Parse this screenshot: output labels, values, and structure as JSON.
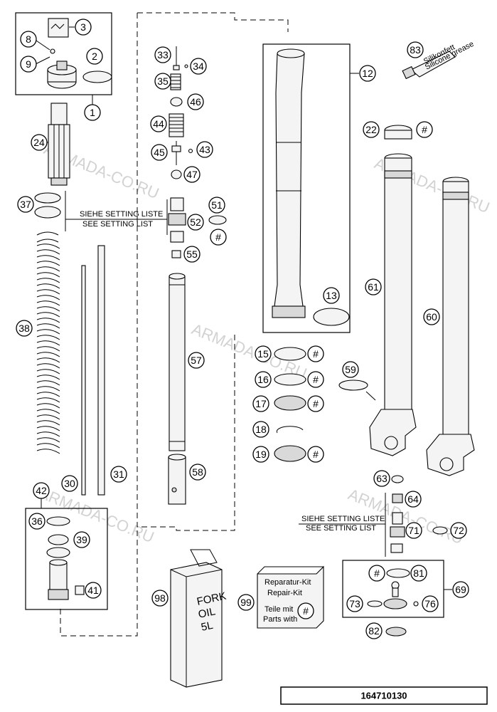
{
  "callouts": {
    "c1": "1",
    "c2": "2",
    "c3": "3",
    "c8": "8",
    "c9": "9",
    "c12": "12",
    "c13": "13",
    "c15": "15",
    "c16": "16",
    "c17": "17",
    "c18": "18",
    "c19": "19",
    "c22": "22",
    "c24": "24",
    "c30": "30",
    "c31": "31",
    "c33": "33",
    "c34": "34",
    "c35": "35",
    "c36": "36",
    "c37": "37",
    "c38": "38",
    "c39": "39",
    "c41": "41",
    "c42": "42",
    "c43": "43",
    "c44": "44",
    "c45": "45",
    "c46": "46",
    "c47": "47",
    "c51": "51",
    "c52": "52",
    "c55": "55",
    "c57": "57",
    "c58": "58",
    "c59": "59",
    "c60": "60",
    "c61": "61",
    "c63": "63",
    "c64": "64",
    "c69": "69",
    "c71": "71",
    "c72": "72",
    "c73": "73",
    "c76": "76",
    "c81": "81",
    "c82": "82",
    "c83": "83",
    "c98": "98",
    "c99": "99",
    "hash": "#"
  },
  "notes": {
    "setting_de": "SIEHE SETTING LISTE",
    "setting_en": "SEE SETTING LIST",
    "kit_line1": "Reparatur-Kit",
    "kit_line2": "Repair-Kit",
    "kit_line3": "Teile mit",
    "kit_line4": "Parts with",
    "tube_label1": "Silikonfett",
    "tube_label2": "Silicone grease",
    "can_line1": "FORK",
    "can_line2": "OIL",
    "can_line3": "5L"
  },
  "watermark": "ARMADA-CO.RU",
  "diagram_id": "164710130"
}
